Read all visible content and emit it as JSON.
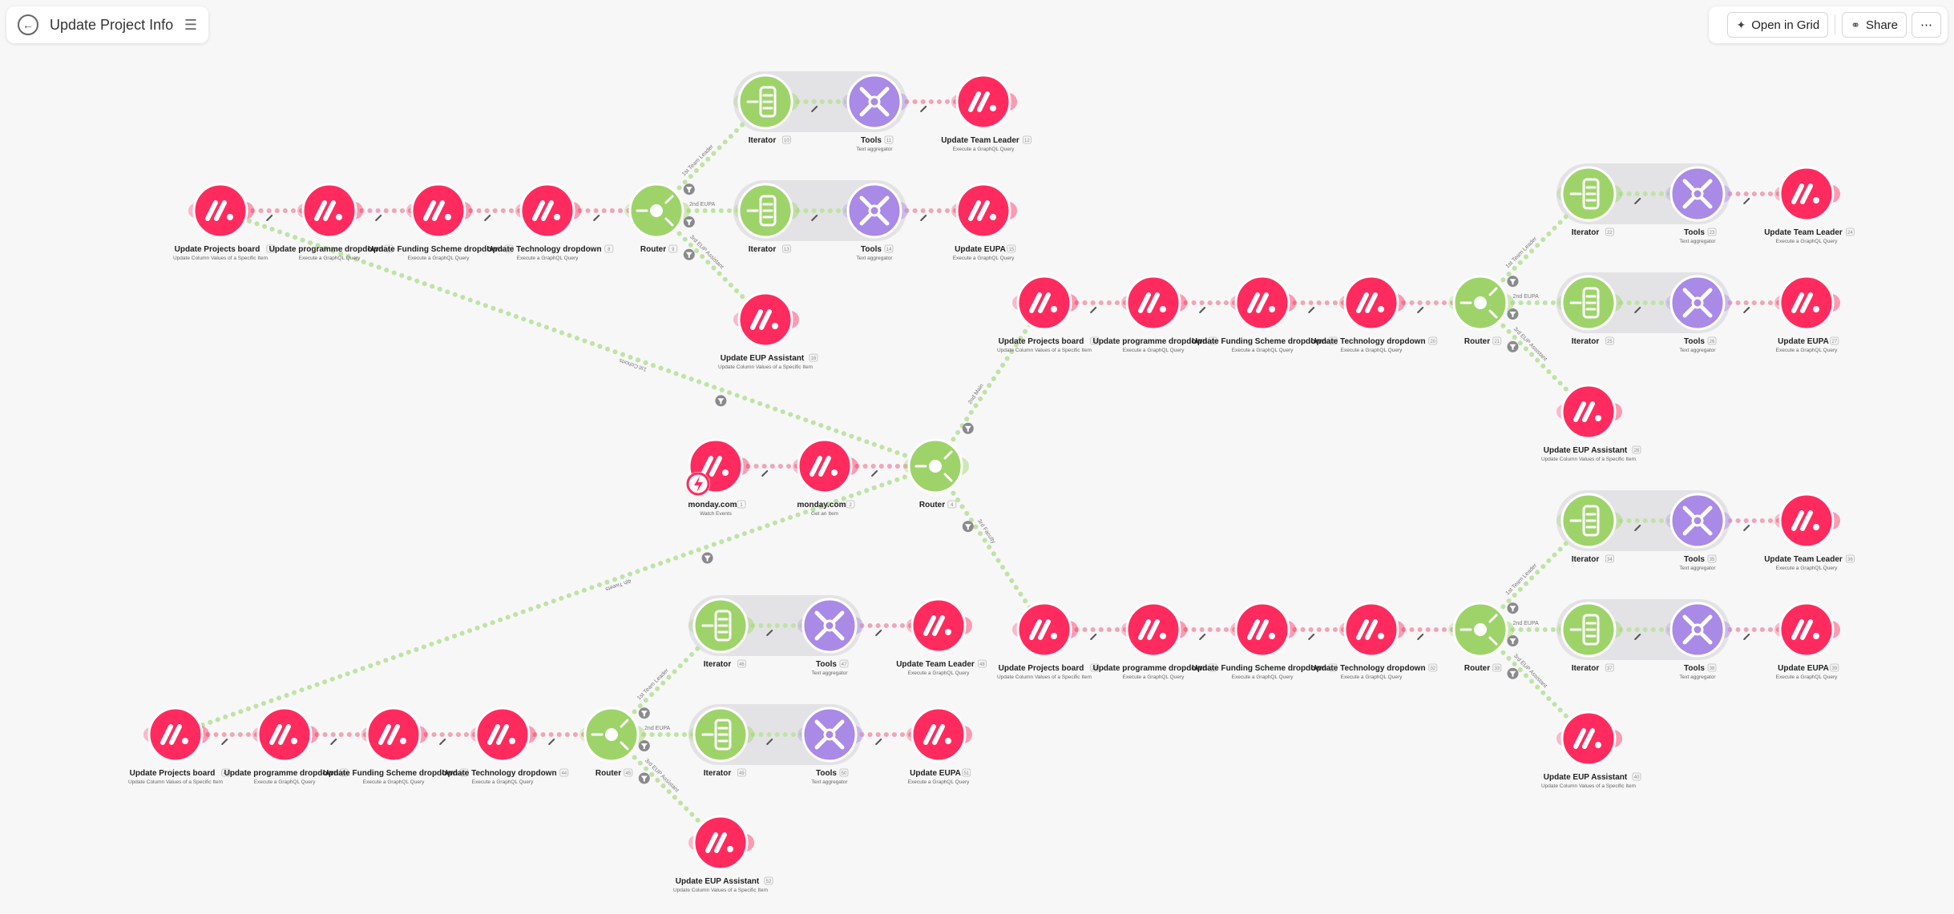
{
  "header": {
    "title": "Update Project Info",
    "open_in_grid": "Open in Grid",
    "share": "Share"
  },
  "colors": {
    "monday": "#ff2b5e",
    "router": "#9ed36a",
    "iterator": "#9ed36a",
    "tools": "#a98ae6",
    "connector_red": "#f1a6b5",
    "connector_green": "#bfe3a4"
  },
  "nodes": [
    {
      "id": "m1",
      "type": "monday",
      "label": "monday.com",
      "sub": "Watch Events",
      "num": "1",
      "trigger": true
    },
    {
      "id": "m2",
      "type": "monday",
      "label": "monday.com",
      "sub": "Get an Item",
      "num": "2"
    },
    {
      "id": "r0",
      "type": "router",
      "label": "Router",
      "sub": "",
      "num": "4"
    },
    {
      "id": "a1",
      "type": "monday",
      "label": "Update Projects board",
      "sub": "Update Column Values of a Specific Item",
      "num": "5"
    },
    {
      "id": "a2",
      "type": "monday",
      "label": "Update programme dropdown",
      "sub": "Execute a GraphQL Query",
      "num": "6"
    },
    {
      "id": "a3",
      "type": "monday",
      "label": "Update Funding Scheme dropdown",
      "sub": "Execute a GraphQL Query",
      "num": "7"
    },
    {
      "id": "a4",
      "type": "monday",
      "label": "Update Technology dropdown",
      "sub": "Execute a GraphQL Query",
      "num": "8"
    },
    {
      "id": "ar",
      "type": "router",
      "label": "Router",
      "sub": "",
      "num": "9"
    },
    {
      "id": "ai1",
      "type": "iterator",
      "label": "Iterator",
      "sub": "",
      "num": "10"
    },
    {
      "id": "at1",
      "type": "tools",
      "label": "Tools",
      "sub": "Text aggregator",
      "num": "11"
    },
    {
      "id": "au1",
      "type": "monday",
      "label": "Update Team Leader",
      "sub": "Execute a GraphQL Query",
      "num": "12"
    },
    {
      "id": "ai2",
      "type": "iterator",
      "label": "Iterator",
      "sub": "",
      "num": "13"
    },
    {
      "id": "at2",
      "type": "tools",
      "label": "Tools",
      "sub": "Text aggregator",
      "num": "14"
    },
    {
      "id": "au2",
      "type": "monday",
      "label": "Update EUPA",
      "sub": "Execute a GraphQL Query",
      "num": "15"
    },
    {
      "id": "au3",
      "type": "monday",
      "label": "Update EUP Assistant",
      "sub": "Update Column Values of a Specific Item",
      "num": "16"
    },
    {
      "id": "b1",
      "type": "monday",
      "label": "Update Projects board",
      "sub": "Update Column Values of a Specific Item",
      "num": "17"
    },
    {
      "id": "b2",
      "type": "monday",
      "label": "Update programme dropdown",
      "sub": "Execute a GraphQL Query",
      "num": "18"
    },
    {
      "id": "b3",
      "type": "monday",
      "label": "Update Funding Scheme dropdown",
      "sub": "Execute a GraphQL Query",
      "num": "19"
    },
    {
      "id": "b4",
      "type": "monday",
      "label": "Update Technology dropdown",
      "sub": "Execute a GraphQL Query",
      "num": "20"
    },
    {
      "id": "br",
      "type": "router",
      "label": "Router",
      "sub": "",
      "num": "21"
    },
    {
      "id": "bi1",
      "type": "iterator",
      "label": "Iterator",
      "sub": "",
      "num": "22"
    },
    {
      "id": "bt1",
      "type": "tools",
      "label": "Tools",
      "sub": "Text aggregator",
      "num": "23"
    },
    {
      "id": "bu1",
      "type": "monday",
      "label": "Update Team Leader",
      "sub": "Execute a GraphQL Query",
      "num": "24"
    },
    {
      "id": "bi2",
      "type": "iterator",
      "label": "Iterator",
      "sub": "",
      "num": "25"
    },
    {
      "id": "bt2",
      "type": "tools",
      "label": "Tools",
      "sub": "Text aggregator",
      "num": "26"
    },
    {
      "id": "bu2",
      "type": "monday",
      "label": "Update EUPA",
      "sub": "Execute a GraphQL Query",
      "num": "27"
    },
    {
      "id": "bu3",
      "type": "monday",
      "label": "Update EUP Assistant",
      "sub": "Update Column Values of a Specific Item",
      "num": "28"
    },
    {
      "id": "c1",
      "type": "monday",
      "label": "Update Projects board",
      "sub": "Update Column Values of a Specific Item",
      "num": "29"
    },
    {
      "id": "c2",
      "type": "monday",
      "label": "Update programme dropdown",
      "sub": "Execute a GraphQL Query",
      "num": "30"
    },
    {
      "id": "c3",
      "type": "monday",
      "label": "Update Funding Scheme dropdown",
      "sub": "Execute a GraphQL Query",
      "num": "31"
    },
    {
      "id": "c4",
      "type": "monday",
      "label": "Update Technology dropdown",
      "sub": "Execute a GraphQL Query",
      "num": "32"
    },
    {
      "id": "cr",
      "type": "router",
      "label": "Router",
      "sub": "",
      "num": "33"
    },
    {
      "id": "ci1",
      "type": "iterator",
      "label": "Iterator",
      "sub": "",
      "num": "34"
    },
    {
      "id": "ct1",
      "type": "tools",
      "label": "Tools",
      "sub": "Text aggregator",
      "num": "35"
    },
    {
      "id": "cu1",
      "type": "monday",
      "label": "Update Team Leader",
      "sub": "Execute a GraphQL Query",
      "num": "36"
    },
    {
      "id": "ci2",
      "type": "iterator",
      "label": "Iterator",
      "sub": "",
      "num": "37"
    },
    {
      "id": "ct2",
      "type": "tools",
      "label": "Tools",
      "sub": "Text aggregator",
      "num": "38"
    },
    {
      "id": "cu2",
      "type": "monday",
      "label": "Update EUPA",
      "sub": "Execute a GraphQL Query",
      "num": "39"
    },
    {
      "id": "cu3",
      "type": "monday",
      "label": "Update EUP Assistant",
      "sub": "Update Column Values of a Specific Item",
      "num": "40"
    },
    {
      "id": "d1",
      "type": "monday",
      "label": "Update Projects board",
      "sub": "Update Column Values of a Specific Item",
      "num": "41"
    },
    {
      "id": "d2",
      "type": "monday",
      "label": "Update programme dropdown",
      "sub": "Execute a GraphQL Query",
      "num": "42"
    },
    {
      "id": "d3",
      "type": "monday",
      "label": "Update Funding Scheme dropdown",
      "sub": "Execute a GraphQL Query",
      "num": "43"
    },
    {
      "id": "d4",
      "type": "monday",
      "label": "Update Technology dropdown",
      "sub": "Execute a GraphQL Query",
      "num": "44"
    },
    {
      "id": "dr",
      "type": "router",
      "label": "Router",
      "sub": "",
      "num": "45"
    },
    {
      "id": "di1",
      "type": "iterator",
      "label": "Iterator",
      "sub": "",
      "num": "46"
    },
    {
      "id": "dt1",
      "type": "tools",
      "label": "Tools",
      "sub": "Text aggregator",
      "num": "47"
    },
    {
      "id": "du1",
      "type": "monday",
      "label": "Update Team Leader",
      "sub": "Execute a GraphQL Query",
      "num": "48"
    },
    {
      "id": "di2",
      "type": "iterator",
      "label": "Iterator",
      "sub": "",
      "num": "49"
    },
    {
      "id": "dt2",
      "type": "tools",
      "label": "Tools",
      "sub": "Text aggregator",
      "num": "50"
    },
    {
      "id": "du2",
      "type": "monday",
      "label": "Update EUPA",
      "sub": "Execute a GraphQL Query",
      "num": "51"
    },
    {
      "id": "du3",
      "type": "monday",
      "label": "Update EUP Assistant",
      "sub": "Update Column Values of a Specific Item",
      "num": "52"
    }
  ],
  "edges": [
    {
      "from": "m1",
      "to": "m2"
    },
    {
      "from": "m2",
      "to": "r0"
    },
    {
      "from": "r0",
      "to": "a1",
      "label": "1st Cohorts"
    },
    {
      "from": "r0",
      "to": "b1",
      "label": "2nd Main"
    },
    {
      "from": "r0",
      "to": "c1",
      "label": "3rd Faculty"
    },
    {
      "from": "r0",
      "to": "d1",
      "label": "4th Tweets"
    },
    {
      "from": "a1",
      "to": "a2"
    },
    {
      "from": "a2",
      "to": "a3"
    },
    {
      "from": "a3",
      "to": "a4"
    },
    {
      "from": "a4",
      "to": "ar"
    },
    {
      "from": "ar",
      "to": "ai1",
      "label": "1st Team Leader"
    },
    {
      "from": "ai1",
      "to": "at1"
    },
    {
      "from": "at1",
      "to": "au1"
    },
    {
      "from": "ar",
      "to": "ai2",
      "label": "2nd EUPA"
    },
    {
      "from": "ai2",
      "to": "at2"
    },
    {
      "from": "at2",
      "to": "au2"
    },
    {
      "from": "ar",
      "to": "au3",
      "label": "3rd EUP Assistant"
    },
    {
      "from": "b1",
      "to": "b2"
    },
    {
      "from": "b2",
      "to": "b3"
    },
    {
      "from": "b3",
      "to": "b4"
    },
    {
      "from": "b4",
      "to": "br"
    },
    {
      "from": "br",
      "to": "bi1",
      "label": "1st Team Leader"
    },
    {
      "from": "bi1",
      "to": "bt1"
    },
    {
      "from": "bt1",
      "to": "bu1"
    },
    {
      "from": "br",
      "to": "bi2",
      "label": "2nd EUPA"
    },
    {
      "from": "bi2",
      "to": "bt2"
    },
    {
      "from": "bt2",
      "to": "bu2"
    },
    {
      "from": "br",
      "to": "bu3",
      "label": "3rd EUP Assistant"
    },
    {
      "from": "c1",
      "to": "c2"
    },
    {
      "from": "c2",
      "to": "c3"
    },
    {
      "from": "c3",
      "to": "c4"
    },
    {
      "from": "c4",
      "to": "cr"
    },
    {
      "from": "cr",
      "to": "ci1",
      "label": "1st Team Leader"
    },
    {
      "from": "ci1",
      "to": "ct1"
    },
    {
      "from": "ct1",
      "to": "cu1"
    },
    {
      "from": "cr",
      "to": "ci2",
      "label": "2nd EUPA"
    },
    {
      "from": "ci2",
      "to": "ct2"
    },
    {
      "from": "ct2",
      "to": "cu2"
    },
    {
      "from": "cr",
      "to": "cu3",
      "label": "3rd EUP Assistant"
    },
    {
      "from": "d1",
      "to": "d2"
    },
    {
      "from": "d2",
      "to": "d3"
    },
    {
      "from": "d3",
      "to": "d4"
    },
    {
      "from": "d4",
      "to": "dr"
    },
    {
      "from": "dr",
      "to": "di1",
      "label": "1st Team Leader"
    },
    {
      "from": "di1",
      "to": "dt1"
    },
    {
      "from": "dt1",
      "to": "du1"
    },
    {
      "from": "dr",
      "to": "di2",
      "label": "2nd EUPA"
    },
    {
      "from": "di2",
      "to": "dt2"
    },
    {
      "from": "dt2",
      "to": "du2"
    },
    {
      "from": "dr",
      "to": "du3",
      "label": "3rd EUP Assistant"
    }
  ]
}
